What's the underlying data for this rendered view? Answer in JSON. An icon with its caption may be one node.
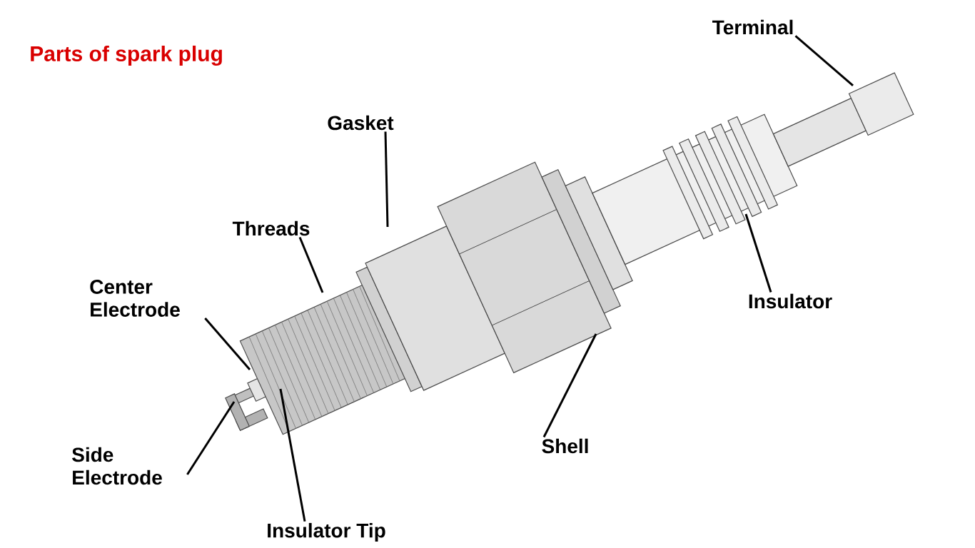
{
  "diagram": {
    "title": "Parts of spark plug",
    "nodes": [
      {
        "text": [
          "Terminal"
        ]
      },
      {
        "text": [
          "Gasket"
        ]
      },
      {
        "text": [
          "Threads"
        ]
      },
      {
        "text": [
          "Center Electrode"
        ]
      },
      {
        "text": [
          "Insulator"
        ]
      },
      {
        "text": [
          "Side Electrode"
        ]
      },
      {
        "text": [
          "Shell"
        ]
      },
      {
        "text": [
          "Insulator Tip"
        ]
      }
    ],
    "edges": [
      {
        "from": 0,
        "to": null,
        "arrow": "none"
      },
      {
        "from": 1,
        "to": null,
        "arrow": "none"
      },
      {
        "from": 2,
        "to": null,
        "arrow": "none"
      },
      {
        "from": 3,
        "to": null,
        "arrow": "none"
      },
      {
        "from": 4,
        "to": null,
        "arrow": "none"
      },
      {
        "from": 5,
        "to": null,
        "arrow": "none"
      },
      {
        "from": 6,
        "to": null,
        "arrow": "none"
      },
      {
        "from": 7,
        "to": null,
        "arrow": "none"
      }
    ]
  }
}
